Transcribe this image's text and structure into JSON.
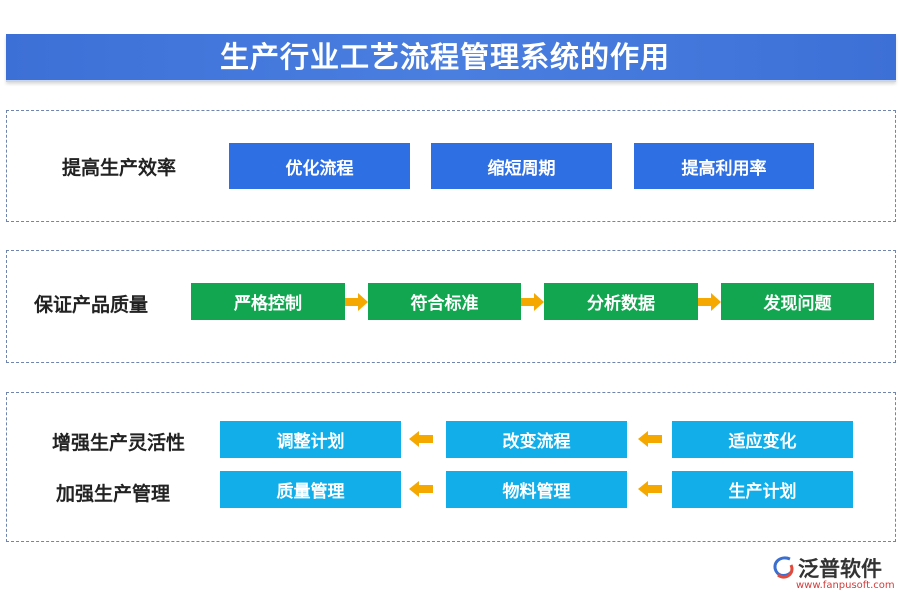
{
  "title": "生产行业工艺流程管理系统的作用",
  "section1": {
    "label": "提高生产效率",
    "boxes": [
      "优化流程",
      "缩短周期",
      "提高利用率"
    ]
  },
  "section2": {
    "label": "保证产品质量",
    "boxes": [
      "严格控制",
      "符合标准",
      "分析数据",
      "发现问题"
    ]
  },
  "section3": {
    "row1_label": "增强生产灵活性",
    "row1_boxes": [
      "调整计划",
      "改变流程",
      "适应变化"
    ],
    "row2_label": "加强生产管理",
    "row2_boxes": [
      "质量管理",
      "物料管理",
      "生产计划"
    ]
  },
  "logo": {
    "name": "泛普软件",
    "url": "www.fanpusoft.com"
  },
  "colors": {
    "title_bg": "#3d70d6",
    "blue_box": "#2f6fe4",
    "green_box": "#13a650",
    "cyan_box": "#12aee9",
    "arrow": "#f5a800"
  }
}
